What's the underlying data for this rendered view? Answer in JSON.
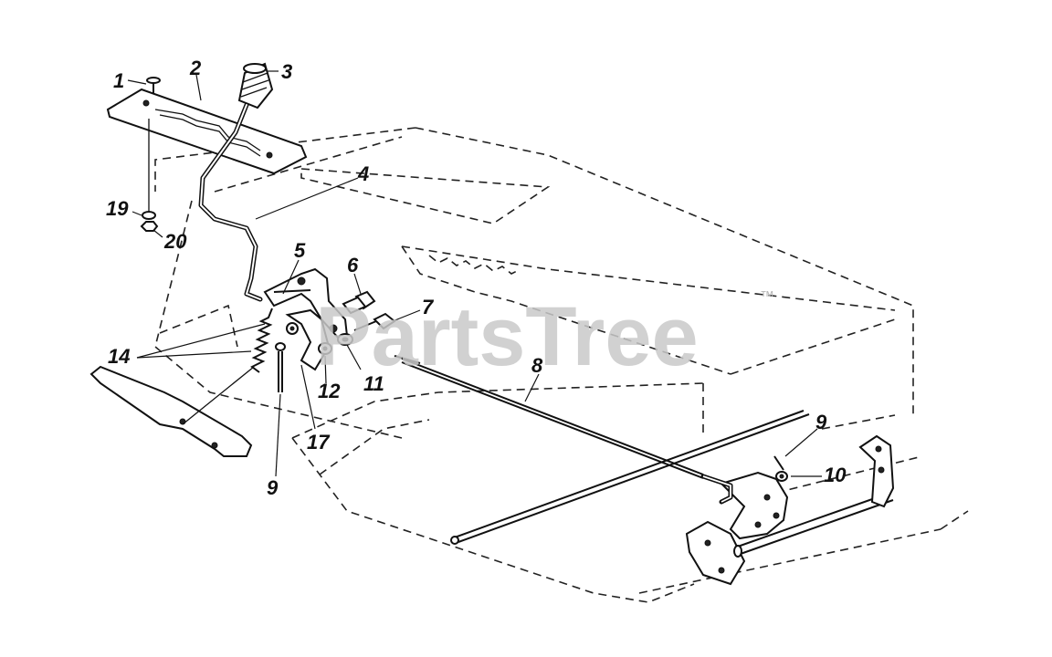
{
  "diagram": {
    "watermark": "PartsTree",
    "trademark": "™",
    "callouts": [
      {
        "id": "c1",
        "text": "1"
      },
      {
        "id": "c2",
        "text": "2"
      },
      {
        "id": "c3",
        "text": "3"
      },
      {
        "id": "c4",
        "text": "4"
      },
      {
        "id": "c5",
        "text": "5"
      },
      {
        "id": "c6",
        "text": "6"
      },
      {
        "id": "c7",
        "text": "7"
      },
      {
        "id": "c8",
        "text": "8"
      },
      {
        "id": "c9a",
        "text": "9"
      },
      {
        "id": "c9b",
        "text": "9"
      },
      {
        "id": "c10",
        "text": "10"
      },
      {
        "id": "c11",
        "text": "11"
      },
      {
        "id": "c12",
        "text": "12"
      },
      {
        "id": "c14",
        "text": "14"
      },
      {
        "id": "c17",
        "text": "17"
      },
      {
        "id": "c19",
        "text": "19"
      },
      {
        "id": "c20",
        "text": "20"
      }
    ]
  }
}
